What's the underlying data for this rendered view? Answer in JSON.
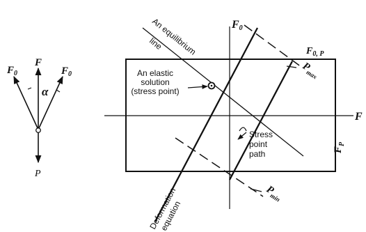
{
  "left_figure": {
    "force_left": "F",
    "force_left_sub": "0",
    "force_center": "F",
    "force_right": "F",
    "force_right_sub": "0",
    "angle": "α",
    "load": "P"
  },
  "right_figure": {
    "axis_vertical": "F",
    "axis_vertical_sub": "0",
    "axis_horizontal": "F",
    "corner_label": "F",
    "corner_label_sub": "0, P",
    "p_max": "P",
    "p_max_sub": "max",
    "p_min": "P",
    "p_min_sub": "min",
    "fp_label": "F",
    "fp_label_sub": "P",
    "equilibrium_line_1": "An equilibrium",
    "equilibrium_line_2": "line",
    "elastic_1": "An elastic",
    "elastic_2": "solution",
    "elastic_3": "(stress point)",
    "stress_1": "Stress",
    "stress_2": "point",
    "stress_3": "path",
    "deformation_1": "Deformation",
    "deformation_2": "equation"
  }
}
